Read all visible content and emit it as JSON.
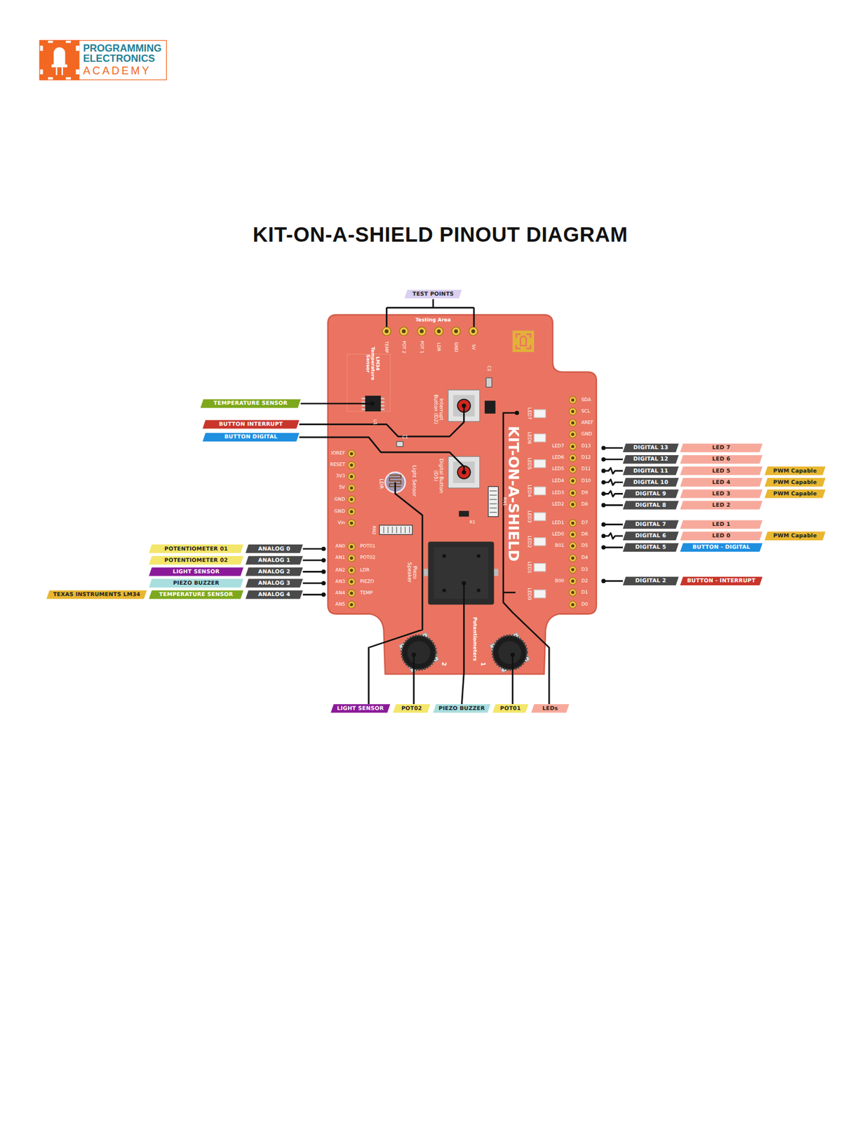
{
  "diagram": {
    "title": "KIT-ON-A-SHIELD PINOUT DIAGRAM",
    "nodes": [
      {
        "text": [
          "PROGRAMMING ELECTRONICS",
          "ACADEMY"
        ]
      },
      {
        "text": [
          "TEST POINTS"
        ]
      },
      {
        "text": [
          "TEMPERATURE SENSOR"
        ]
      },
      {
        "text": [
          "BUTTON INTERRUPT"
        ]
      },
      {
        "text": [
          "BUTTON DIGITAL"
        ]
      },
      {
        "text": [
          "DIGITAL 13"
        ]
      },
      {
        "text": [
          "LED 7"
        ]
      },
      {
        "text": [
          "DIGITAL 12"
        ]
      },
      {
        "text": [
          "LED 6"
        ]
      },
      {
        "text": [
          "DIGITAL 11"
        ]
      },
      {
        "text": [
          "LED 5"
        ]
      },
      {
        "text": [
          "PWM Capable"
        ]
      },
      {
        "text": [
          "DIGITAL 10"
        ]
      },
      {
        "text": [
          "LED 4"
        ]
      },
      {
        "text": [
          "PWM Capable"
        ]
      },
      {
        "text": [
          "DIGITAL 9"
        ]
      },
      {
        "text": [
          "LED 3"
        ]
      },
      {
        "text": [
          "PWM Capable"
        ]
      },
      {
        "text": [
          "DIGITAL 8"
        ]
      },
      {
        "text": [
          "LED 2"
        ]
      },
      {
        "text": [
          "DIGITAL 7"
        ]
      },
      {
        "text": [
          "LED 1"
        ]
      },
      {
        "text": [
          "DIGITAL 6"
        ]
      },
      {
        "text": [
          "LED 0"
        ]
      },
      {
        "text": [
          "PWM Capable"
        ]
      },
      {
        "text": [
          "DIGITAL 5"
        ]
      },
      {
        "text": [
          "BUTTON - DIGITAL"
        ]
      },
      {
        "text": [
          "POTENTIOMETER 01"
        ]
      },
      {
        "text": [
          "ANALOG 0"
        ]
      },
      {
        "text": [
          "POTENTIOMETER 02"
        ]
      },
      {
        "text": [
          "ANALOG 1"
        ]
      },
      {
        "text": [
          "LIGHT SENSOR"
        ]
      },
      {
        "text": [
          "ANALOG 2"
        ]
      },
      {
        "text": [
          "PIEZO BUZZER"
        ]
      },
      {
        "text": [
          "ANALOG 3"
        ]
      },
      {
        "text": [
          "DIGITAL 2"
        ]
      },
      {
        "text": [
          "BUTTON - INTERRUPT"
        ]
      },
      {
        "text": [
          "TEXAS INSTRUMENTS LM34"
        ]
      },
      {
        "text": [
          "TEMPERATURE SENSOR"
        ]
      },
      {
        "text": [
          "ANALOG 4"
        ]
      },
      {
        "text": [
          "LIGHT SENSOR"
        ]
      },
      {
        "text": [
          "POT02"
        ]
      },
      {
        "text": [
          "PIEZO BUZZER"
        ]
      },
      {
        "text": [
          "POT01"
        ]
      },
      {
        "text": [
          "LEDs"
        ]
      }
    ],
    "labels": [
      "Testing Area",
      "TEMP",
      "POT 2",
      "POT 1",
      "LDR",
      "GND",
      "5V",
      "LM34 Temperature Sensor",
      "C2",
      "Interrupt Button (D2)",
      "U1",
      "C1",
      "IOREF",
      "RESET",
      "3V3",
      "5V",
      "GND",
      "GND",
      "Vin",
      "Digital Button (D5)",
      "LDR",
      "Light Sensor",
      "R1",
      "RN1",
      "RN2",
      "AN0",
      "POT01",
      "AN1",
      "POT02",
      "AN2",
      "LDR",
      "AN3",
      "PIEZO",
      "AN4",
      "TEMP",
      "AN5",
      "Piezo Speaker",
      "KIT-ON-A-SHIELD",
      "LED7",
      "LED6",
      "LED5",
      "LED4",
      "LED3",
      "LED2",
      "LED1",
      "LED0",
      "LED7",
      "LED6",
      "LED5",
      "LED4",
      "LED3",
      "LED2",
      "LED1",
      "LED0",
      "B01",
      "B00",
      "SDA",
      "SCL",
      "AREF",
      "GND",
      "D13",
      "D12",
      "D11",
      "D10",
      "D9",
      "D8",
      "D7",
      "D6",
      "D5",
      "D4",
      "D3",
      "D2",
      "D1",
      "D0",
      "Potentiometers",
      "2",
      "1"
    ]
  }
}
